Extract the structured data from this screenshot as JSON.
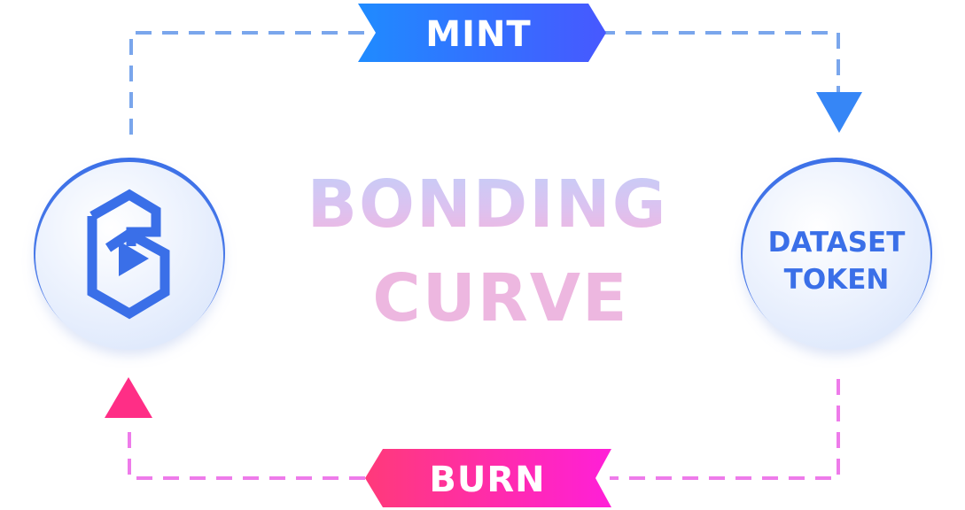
{
  "labels": {
    "mint": "MINT",
    "burn": "BURN"
  },
  "center": {
    "line1": "BONDING",
    "line2": "CURVE"
  },
  "right_node": {
    "line1": "DATASET",
    "line2": "TOKEN"
  },
  "left_node": {
    "icon": "bonding-logo-icon"
  },
  "colors": {
    "blue": "#3A6FE8",
    "blue_dash": "#7AA6EC",
    "pink": "#FF2E86",
    "pink_dash": "#EE7BEA",
    "mint_gradient": [
      "#1F8BFF",
      "#4758FF"
    ],
    "burn_gradient": [
      "#FF3A7A",
      "#FF1FD8"
    ],
    "center_gradient": [
      "#C2CCF8",
      "#F2B6DE"
    ]
  }
}
